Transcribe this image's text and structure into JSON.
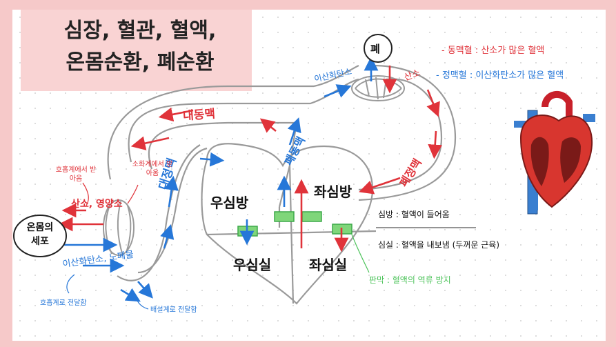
{
  "title": {
    "line1": "심장, 혈관, 혈액,",
    "line2": "온몸순환, 폐순환"
  },
  "legend": {
    "artery": "- 동맥혈 : 산소가 많은 혈액",
    "vein": "- 정맥혈 : 이산화탄소가 많은 혈액"
  },
  "organs": {
    "lung": "폐",
    "body_cells": "온몸의 세포"
  },
  "chambers": {
    "right_atrium": "우심방",
    "right_ventricle": "우심실",
    "left_atrium": "좌심방",
    "left_ventricle": "좌심실"
  },
  "vessels": {
    "aorta": "대동맥",
    "vena_cava": "대정맥",
    "pulmonary_artery": "폐동맥",
    "pulmonary_vein": "폐정맥"
  },
  "exchange": {
    "lung_co2": "이산화탄소",
    "lung_o2": "산소",
    "cell_o2": "산소, 영양소",
    "cell_co2": "이산화탄소, 노폐물",
    "from_respiratory": "호흡계에서 받아옴",
    "from_digestive": "소화계에서 받아옴",
    "to_respiratory": "호흡계로 전달함",
    "to_excretory": "배설계로 전달함"
  },
  "notes": {
    "atrium": "심방 : 혈액이 들어옴",
    "ventricle": "심실 : 혈액을 내보냄 (두꺼운 근육)",
    "valve": "판막 : 혈액의 역류 방지"
  },
  "colors": {
    "artery": "#e0333a",
    "vein": "#2677d8",
    "valve": "#4cc35a",
    "background": "#f6c9c9"
  }
}
